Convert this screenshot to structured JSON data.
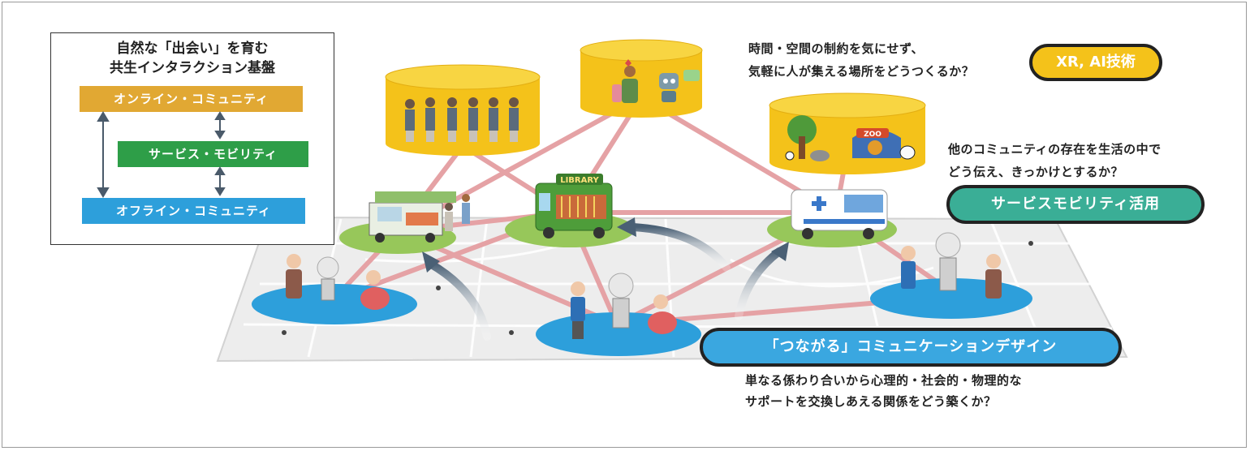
{
  "legend": {
    "title_line1": "自然な「出会い」を育む",
    "title_line2": "共生インタラクション基盤",
    "online": "オンライン・コミュニティ",
    "service": "サービス・モビリティ",
    "offline": "オフライン・コミュニティ",
    "colors": {
      "online": "#e1a833",
      "service": "#2e9e48",
      "offline": "#2d9fdb"
    }
  },
  "top_question": {
    "line1": "時間・空間の制約を気にせず、",
    "line2": "気軽に人が集える場所をどうつくるか？"
  },
  "xr_label": "XR, AI技術",
  "mid_question": {
    "line1": "他のコミュニティの存在を生活の中で",
    "line2": "どう伝え、きっかけとするか？"
  },
  "mobility_label": "サービスモビリティ活用",
  "design_label": "「つながる」コミュニケーションデザイン",
  "bottom_question": {
    "line1": "単なる係わり合いから心理的・社会的・物理的な",
    "line2": "サポートを交換しあえる関係をどう築くか？"
  },
  "library_sign": "LIBRARY",
  "zoo_sign": "ZOO"
}
